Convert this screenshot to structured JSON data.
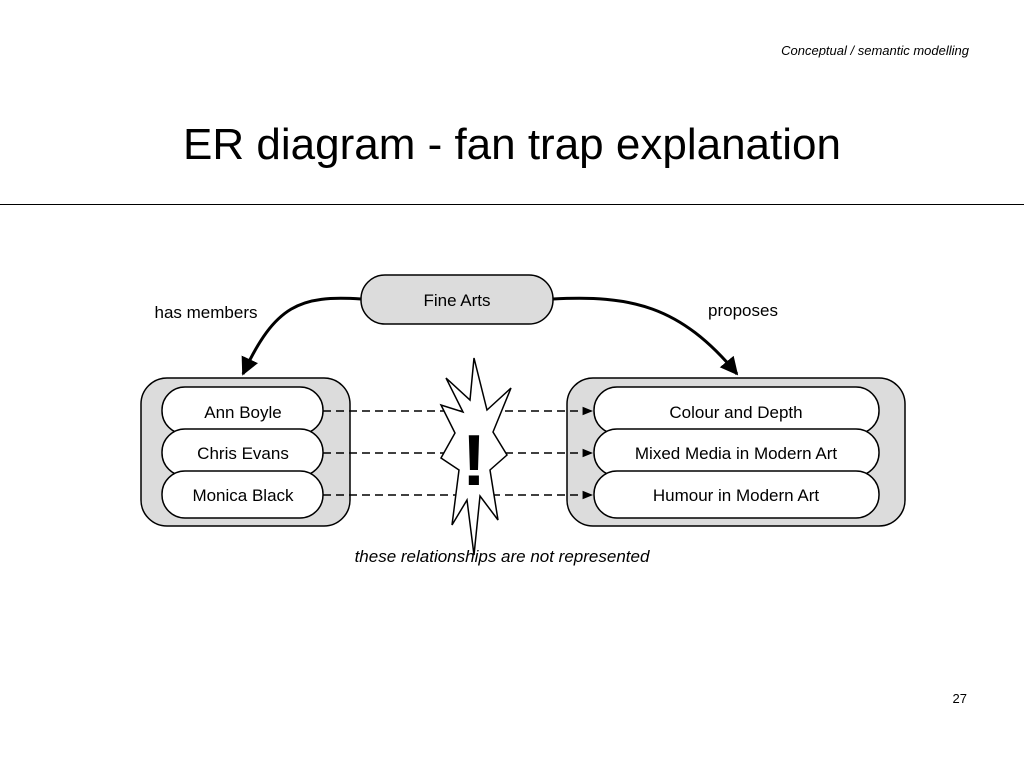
{
  "header": {
    "section_label": "Conceptual / semantic modelling",
    "title": "ER diagram - fan trap explanation"
  },
  "diagram": {
    "center_entity": "Fine Arts",
    "left_relationship": "has members",
    "right_relationship": "proposes",
    "members": [
      "Ann Boyle",
      "Chris Evans",
      "Monica Black"
    ],
    "proposals": [
      "Colour and Depth",
      "Mixed Media in Modern Art",
      "Humour in Modern Art"
    ],
    "warning_symbol": "!",
    "caption": "these relationships are not represented"
  },
  "footer": {
    "page_number": "27"
  },
  "colors": {
    "entity_fill": "#dcdcdc",
    "occurrence_fill": "#ffffff",
    "line": "#000000"
  }
}
